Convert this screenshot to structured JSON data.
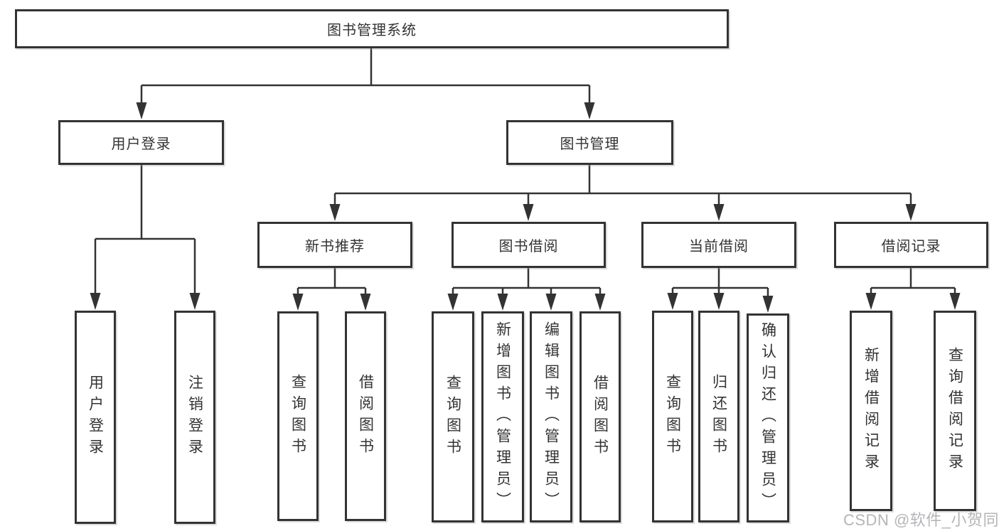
{
  "tree": {
    "root": {
      "label": "图书管理系统",
      "children": [
        {
          "label": "用户登录",
          "children": [
            {
              "label": "用户登录"
            },
            {
              "label": "注销登录"
            }
          ]
        },
        {
          "label": "图书管理",
          "children": [
            {
              "label": "新书推荐",
              "children": [
                {
                  "label": "查询图书"
                },
                {
                  "label": "借阅图书"
                }
              ]
            },
            {
              "label": "图书借阅",
              "children": [
                {
                  "label": "查询图书"
                },
                {
                  "label": "新增图书（管理员）"
                },
                {
                  "label": "编辑图书（管理员）"
                },
                {
                  "label": "借阅图书"
                }
              ]
            },
            {
              "label": "当前借阅",
              "children": [
                {
                  "label": "查询图书"
                },
                {
                  "label": "归还图书"
                },
                {
                  "label": "确认归还（管理员）"
                }
              ]
            },
            {
              "label": "借阅记录",
              "children": [
                {
                  "label": "新增借阅记录"
                },
                {
                  "label": "查询借阅记录"
                }
              ]
            }
          ]
        }
      ]
    }
  },
  "watermark": "CSDN @软件_小贺同学",
  "colors": {
    "line": "#333333",
    "box_border": "#333333",
    "box_background": "#ffffff",
    "text": "#333333",
    "watermark": "#b5b5b8"
  }
}
